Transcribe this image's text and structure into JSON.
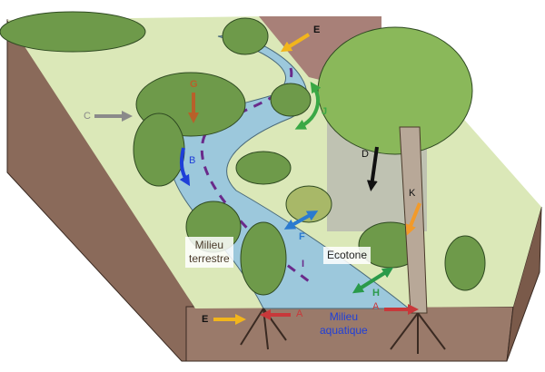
{
  "labels": {
    "e_top": "E",
    "g": "G",
    "c": "C",
    "j": "J",
    "b": "B",
    "d": "D",
    "k": "K",
    "f": "F",
    "i": "I",
    "h": "H",
    "a_left": "A",
    "a_right": "A",
    "e_bottom": "E"
  },
  "zones": {
    "terrestrial_line1": "Milieu",
    "terrestrial_line2": "terrestre",
    "ecotone": "Ecotone",
    "aquatic_line1": "Milieu",
    "aquatic_line2": "aquatique"
  },
  "colors": {
    "e": "#f2b51c",
    "g": "#b8602a",
    "c": "#8a8a8a",
    "j": "#3aa845",
    "b": "#1f3fd8",
    "d": "#111111",
    "k": "#f29a2a",
    "f": "#2a7ad0",
    "i": "#6a2a8a",
    "h": "#2a9a4a",
    "a": "#c8383a"
  }
}
